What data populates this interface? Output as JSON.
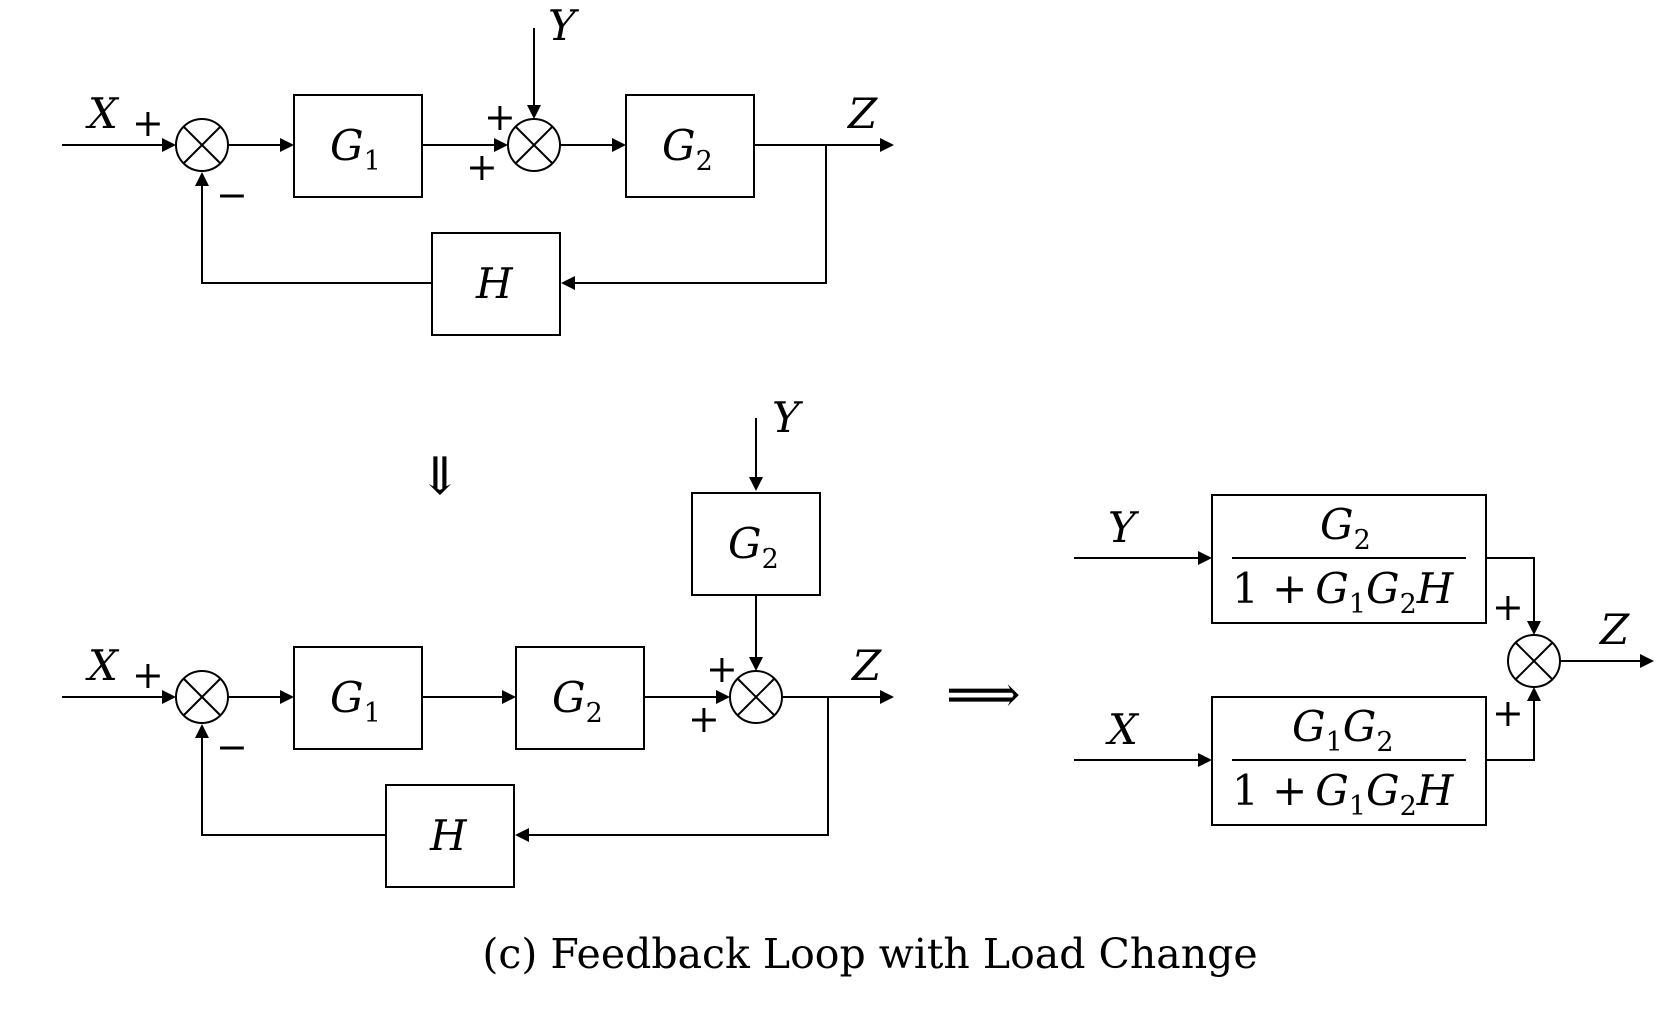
{
  "caption": "(c) Feedback Loop with Load Change",
  "signs": {
    "plus": "+",
    "minus": "−"
  },
  "symbols": {
    "implies_down": "⇓",
    "implies_right": "⟹"
  },
  "signals": {
    "x": "X",
    "y": "Y",
    "z": "Z"
  },
  "blocks": {
    "g": "G",
    "h": "H",
    "sub1": "1",
    "sub2": "2",
    "one_plus": "1 +"
  }
}
